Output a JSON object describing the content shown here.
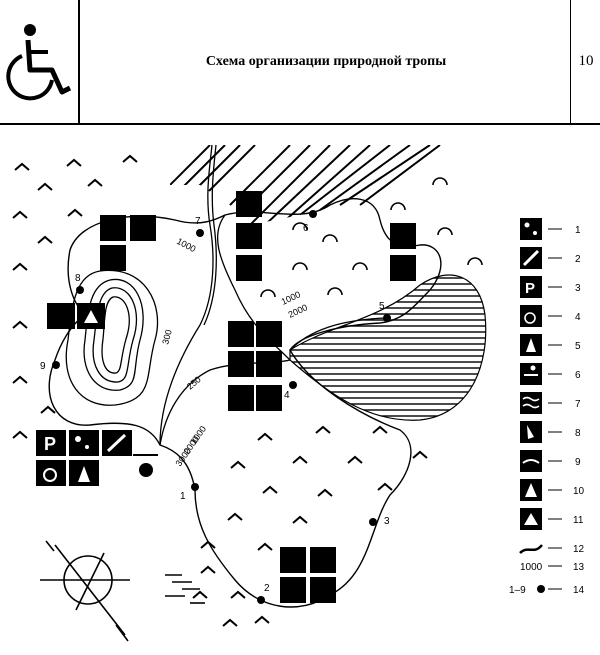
{
  "header": {
    "title": "Схема организации природной тропы",
    "page_number": "10",
    "icon": "wheelchair-icon"
  },
  "map": {
    "contours": [
      "1000",
      "2000",
      "3000",
      "300",
      "250"
    ],
    "points": [
      "1",
      "2",
      "3",
      "4",
      "5",
      "6",
      "7",
      "8",
      "9"
    ]
  },
  "legend": {
    "items": [
      {
        "num": "1",
        "icon": "dots-icon"
      },
      {
        "num": "2",
        "icon": "slash-icon"
      },
      {
        "num": "3",
        "icon": "parking-icon"
      },
      {
        "num": "4",
        "icon": "wheelchair-icon"
      },
      {
        "num": "5",
        "icon": "tree-icon"
      },
      {
        "num": "6",
        "icon": "hiker-icon"
      },
      {
        "num": "7",
        "icon": "waves-icon"
      },
      {
        "num": "8",
        "icon": "leaf-icon"
      },
      {
        "num": "9",
        "icon": "bridge-icon"
      },
      {
        "num": "10",
        "icon": "rock-icon"
      },
      {
        "num": "11",
        "icon": "tent-icon"
      },
      {
        "num": "12",
        "icon": "trail-line-icon"
      },
      {
        "num": "13",
        "label": "1000",
        "icon": "distance-text"
      },
      {
        "num": "14",
        "label": "1–9",
        "icon": "point-dot-icon"
      }
    ]
  }
}
